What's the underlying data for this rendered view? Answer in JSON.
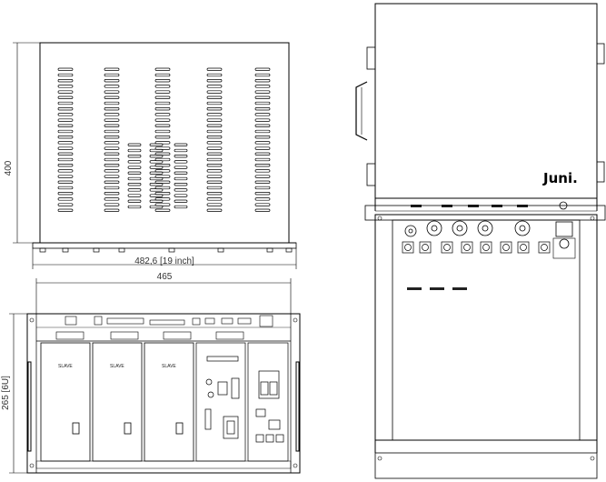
{
  "dimensions": {
    "top_depth": "400",
    "top_width": "482,6 [19 inch]",
    "front_width": "465",
    "front_height": "265 [6U]"
  },
  "brand": {
    "logo": "Juni."
  },
  "front_panel": {
    "slot_labels": [
      "SLAVE",
      "SLAVE",
      "SLAVE"
    ],
    "colors": {
      "line": "#000000",
      "fill": "#ffffff",
      "pad": "#222222"
    }
  }
}
